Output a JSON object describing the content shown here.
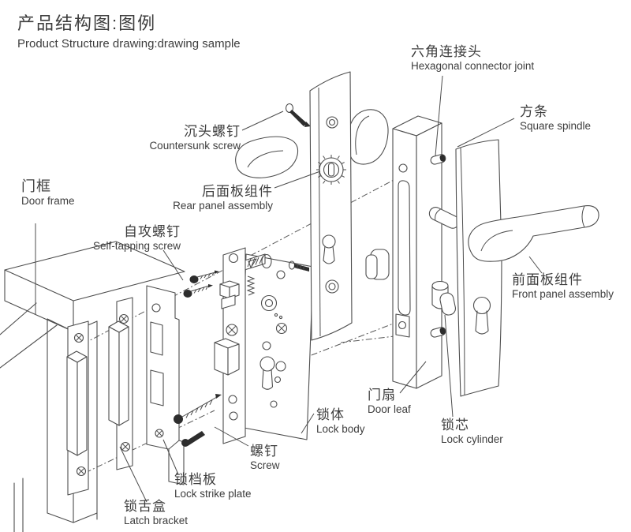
{
  "title": {
    "zh": "产品结构图:图例",
    "en": "Product Structure drawing:drawing sample"
  },
  "colors": {
    "line": "#4d4d4d",
    "text": "#3d3d3d",
    "dark_fill": "#2d2d2d",
    "background": "#ffffff"
  },
  "labels": {
    "door_frame": {
      "zh": "门框",
      "en": "Door frame"
    },
    "countersunk": {
      "zh": "沉头螺钉",
      "en": "Countersunk screw"
    },
    "rear_panel": {
      "zh": "后面板组件",
      "en": "Rear panel assembly"
    },
    "self_tapping": {
      "zh": "自攻螺钉",
      "en": "Self-tapping screw"
    },
    "hex_joint": {
      "zh": "六角连接头",
      "en": "Hexagonal connector joint"
    },
    "square_spindle": {
      "zh": "方条",
      "en": "Square spindle"
    },
    "front_panel": {
      "zh": "前面板组件",
      "en": "Front panel assembly"
    },
    "door_leaf": {
      "zh": "门扇",
      "en": "Door leaf"
    },
    "lock_body": {
      "zh": "锁体",
      "en": "Lock body"
    },
    "lock_cylinder": {
      "zh": "锁芯",
      "en": "Lock cylinder"
    },
    "screw": {
      "zh": "螺钉",
      "en": "Screw"
    },
    "strike_plate": {
      "zh": "锁档板",
      "en": "Lock strike plate"
    },
    "latch_bracket": {
      "zh": "锁舌盒",
      "en": "Latch bracket"
    }
  }
}
